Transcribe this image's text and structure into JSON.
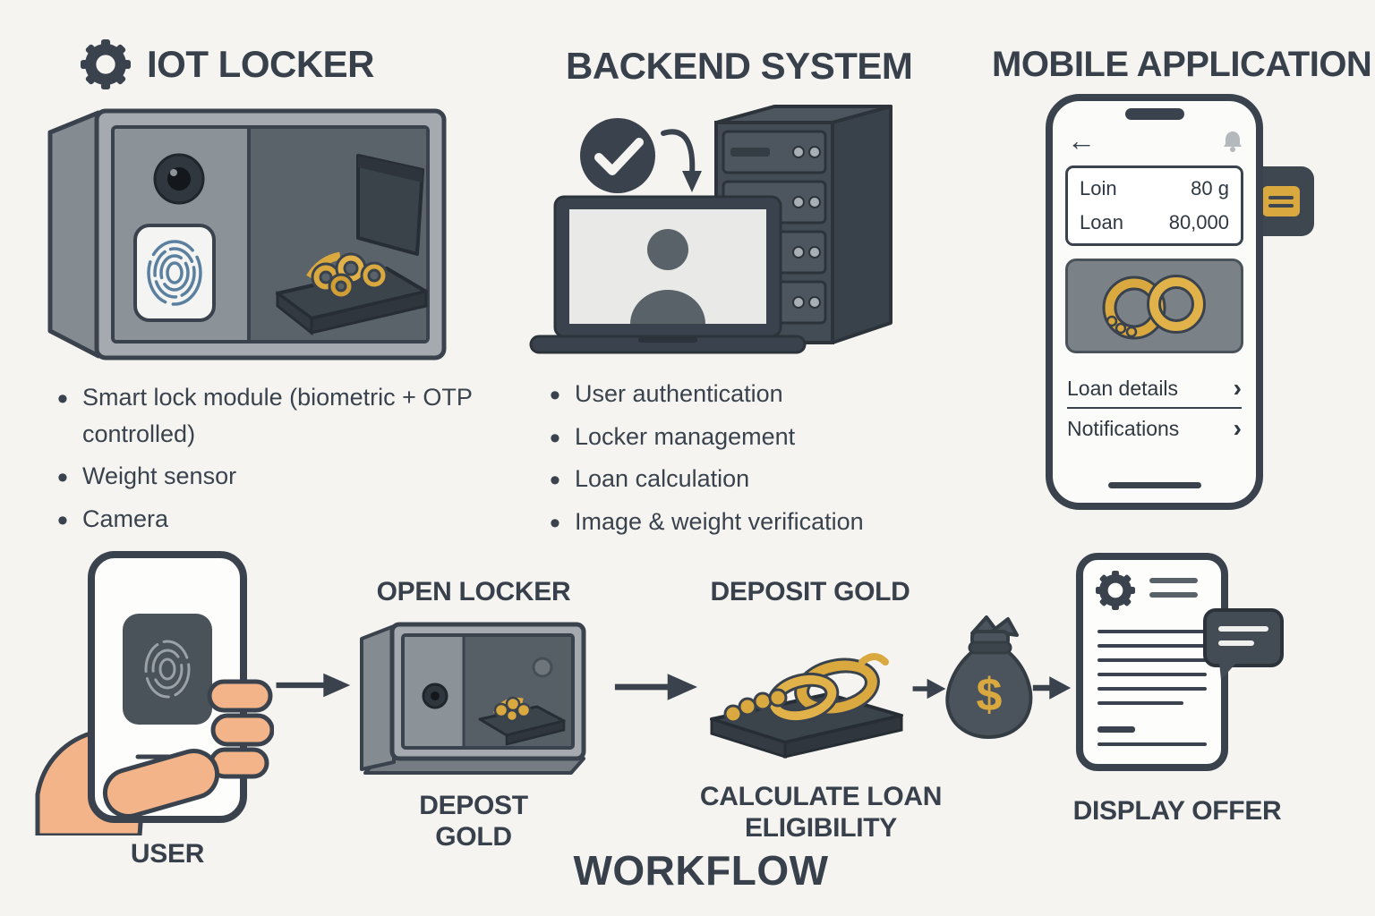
{
  "colors": {
    "background": "#f5f4f1",
    "ink": "#3a434d",
    "gold": "#d9a83e",
    "fingerprint_blue": "#5b7f9e",
    "skin": "#f2b488"
  },
  "sections": {
    "iot_locker": {
      "title": "IOT LOCKER",
      "bullets": [
        "Smart lock module (biometric + OTP controlled)",
        "Weight sensor",
        "Camera"
      ]
    },
    "backend_system": {
      "title": "BACKEND SYSTEM",
      "bullets": [
        "User authentication",
        "Locker management",
        "Loan calculation",
        "Image & weight verification"
      ]
    },
    "mobile_application": {
      "title": "MOBILE APPLICATION",
      "phone": {
        "back_arrow": "←",
        "info_rows": [
          {
            "label": "Loin",
            "value": "80 g"
          },
          {
            "label": "Loan",
            "value": "80,000"
          }
        ],
        "menu_items": [
          {
            "label": "Loan details",
            "chevron": "›"
          },
          {
            "label": "Notifications",
            "chevron": "›"
          }
        ]
      }
    }
  },
  "workflow": {
    "title": "WORKFLOW",
    "user_label": "USER",
    "open_locker_title": "OPEN LOCKER",
    "open_locker_caption": "DEPOST GOLD",
    "deposit_gold_title": "DEPOSIT GOLD",
    "deposit_gold_caption": "CALCULATE LOAN ELIGIBILITY",
    "display_offer_label": "DISPLAY OFFER",
    "money_bag_symbol": "$"
  }
}
